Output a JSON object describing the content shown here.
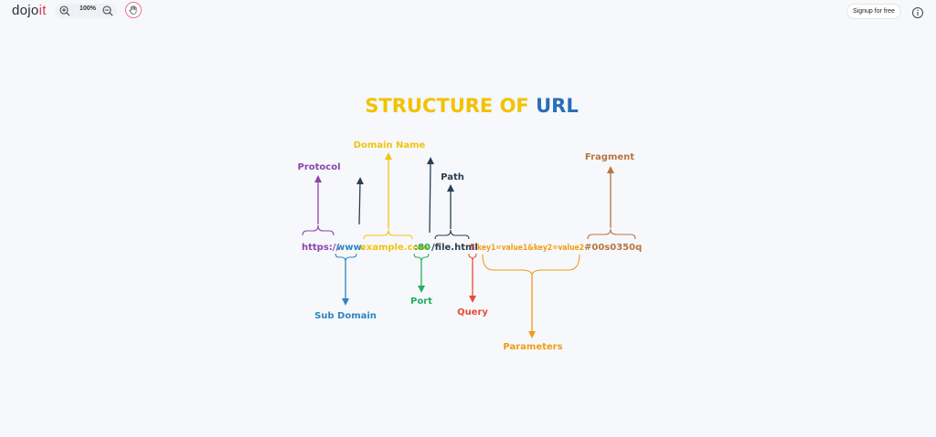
{
  "app": {
    "logo_main": "dojo",
    "logo_accent": "it"
  },
  "toolbar": {
    "zoom_level": "100%",
    "signup_label": "Signup for free"
  },
  "colors": {
    "title_yellow": "#f2c200",
    "title_blue": "#2a6db8",
    "protocol": "#8e44ad",
    "subdomain": "#2e86c1",
    "domain": "#f1c40f",
    "port": "#27ae60",
    "path": "#2c3e50",
    "query": "#e74c3c",
    "parameters": "#f39c12",
    "fragment": "#b9753f"
  },
  "diagram": {
    "title_part1": "STRUCTURE OF ",
    "title_part2": "URL",
    "url": {
      "protocol": "https://",
      "subdomain": "www.",
      "domain": "example.com",
      "port": ":80",
      "path": "/file.html",
      "query": "?",
      "parameters": "key1=value1&key2=value2",
      "fragment": "#00s0350q"
    },
    "labels": {
      "protocol": "Protocol",
      "domain": "Domain Name",
      "path": "Path",
      "fragment": "Fragment",
      "subdomain": "Sub Domain",
      "port": "Port",
      "query": "Query",
      "parameters": "Parameters"
    }
  }
}
